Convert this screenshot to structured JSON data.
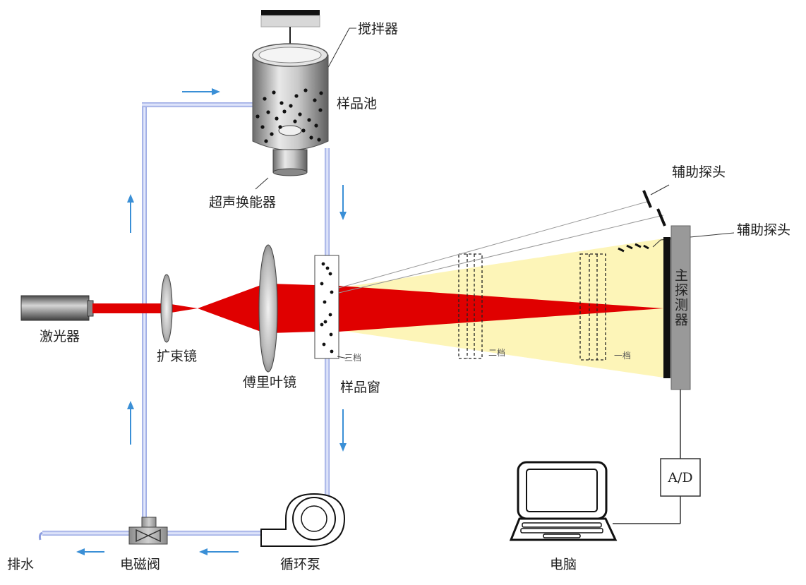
{
  "labels": {
    "stirrer": "搅拌器",
    "sample_pool": "样品池",
    "ultrasonic": "超声换能器",
    "laser": "激光器",
    "beam_expander": "扩束镜",
    "fourier_lens": "傅里叶镜",
    "sample_window": "样品窗",
    "gear3": "三档",
    "gear2": "二档",
    "gear1": "一档",
    "aux_probe_1": "辅助探头",
    "aux_probe_2": "辅助探头",
    "main_detector": "主探测器",
    "ad": "A/D",
    "computer": "电脑",
    "drain": "排水",
    "solenoid_valve": "电磁阀",
    "pump": "循环泵"
  },
  "colors": {
    "laser": "#e00000",
    "scatter": "#fdf5b8",
    "pipe": "#aab7ec",
    "arrow": "#3a8fd6"
  }
}
